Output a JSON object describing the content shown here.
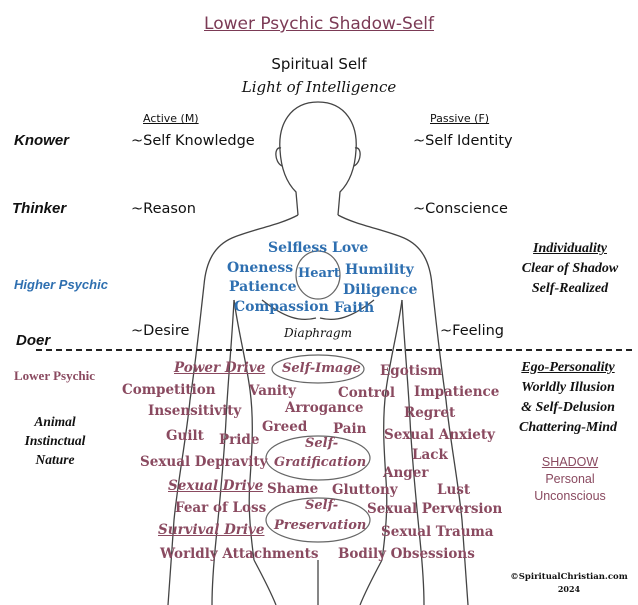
{
  "title": "Lower Psychic Shadow-Self",
  "top": {
    "spiritual_self": "Spiritual Self",
    "light": "Light of Intelligence"
  },
  "columns": {
    "active": "Active (M)",
    "passive": "Passive (F)"
  },
  "levels": {
    "knower": "Knower",
    "thinker": "Thinker",
    "higher_psychic": "Higher Psychic",
    "doer": "Doer",
    "lower_psychic": "Lower Psychic",
    "animal": "Animal\nInstinctual\nNature"
  },
  "pairs": {
    "self_knowledge": "~Self Knowledge",
    "self_identity": "~Self Identity",
    "reason": "~Reason",
    "conscience": "~Conscience",
    "desire": "~Desire",
    "feeling": "~Feeling",
    "diaphragm": "Diaphragm"
  },
  "heart": {
    "selfless_love": "Selfless Love",
    "oneness": "Oneness",
    "heart": "Heart",
    "humility": "Humility",
    "patience": "Patience",
    "diligence": "Diligence",
    "compassion": "Compassion",
    "faith": "Faith"
  },
  "right": {
    "individuality": "Individuality",
    "clear": "Clear of Shadow",
    "realized": "Self-Realized",
    "ego": "Ego-Personality",
    "worldly": "Worldly Illusion",
    "delusion": "& Self-Delusion",
    "chattering": "Chattering-Mind",
    "shadow": "SHADOW",
    "personal": "Personal",
    "unconscious": "Unconscious"
  },
  "lower": {
    "power_drive": "Power Drive",
    "self_image": "Self-Image",
    "egotism": "Egotism",
    "competition": "Competition",
    "vanity": "Vanity",
    "control": "Control",
    "impatience": "Impatience",
    "insensitivity": "Insensitivity",
    "arrogance": "Arrogance",
    "regret": "Regret",
    "guilt": "Guilt",
    "pride": "Pride",
    "greed": "Greed",
    "pain": "Pain",
    "sexual_anxiety": "Sexual Anxiety",
    "self_grat_1": "Self-",
    "self_grat_2": "Gratification",
    "lack": "Lack",
    "sexual_depravity": "Sexual Depravity",
    "anger": "Anger",
    "sexual_drive": "Sexual Drive",
    "shame": "Shame",
    "gluttony": "Gluttony",
    "lust": "Lust",
    "fear_of_loss": "Fear of Loss",
    "self_pres_1": "Self-",
    "self_pres_2": "Preservation",
    "sexual_perversion": "Sexual Perversion",
    "survival_drive": "Survival Drive",
    "sexual_trauma": "Sexual Trauma",
    "worldly_attachments": "Worldly Attachments",
    "bodily_obsessions": "Bodily Obsessions"
  },
  "copyright": {
    "line1": "©SpiritualChristian.com",
    "line2": "2024"
  }
}
